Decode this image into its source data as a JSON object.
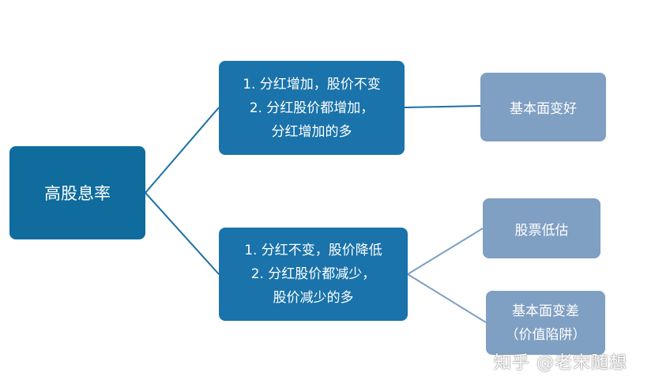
{
  "colors": {
    "root_fill": "#0f6c9d",
    "branch_fill": "#1a73aa",
    "leaf_fill": "#7f9fc3",
    "connector_dark": "#1d6fa3",
    "connector_light": "#7f9fc3"
  },
  "root": {
    "label": "高股息率"
  },
  "branches": [
    {
      "lines": [
        "1. 分红增加，股价不变",
        "2. 分红股价都增加，",
        "分红增加的多"
      ]
    },
    {
      "lines": [
        "1. 分红不变，股价降低",
        "2. 分红股价都减少，",
        "股价减少的多"
      ]
    }
  ],
  "leaves": [
    {
      "lines": [
        "基本面变好"
      ]
    },
    {
      "lines": [
        "股票低估"
      ]
    },
    {
      "lines": [
        "基本面变差",
        "（价值陷阱）"
      ]
    }
  ],
  "watermark": "知乎 @老宋随想"
}
